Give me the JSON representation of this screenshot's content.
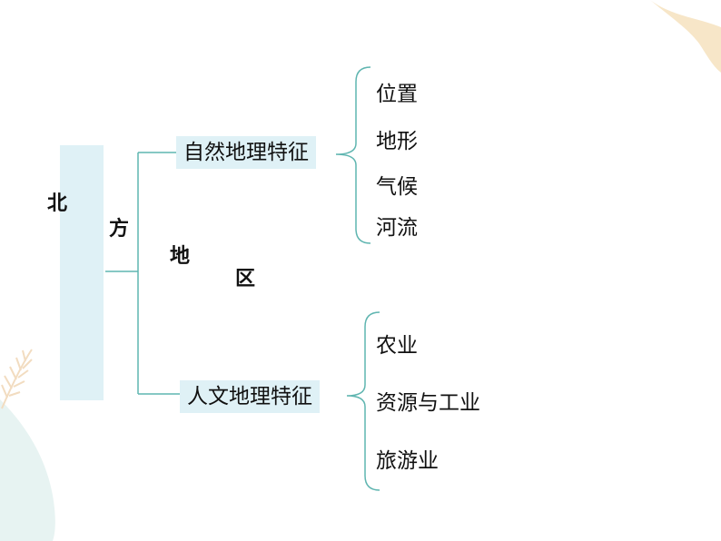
{
  "title": {
    "chars": [
      "北",
      "方",
      "地",
      "区"
    ]
  },
  "branches": [
    {
      "label": "自然地理特征",
      "items": [
        "位置",
        "地形",
        "气候",
        "河流"
      ]
    },
    {
      "label": "人文地理特征",
      "items": [
        "农业",
        "资源与工业",
        "旅游业"
      ]
    }
  ],
  "colors": {
    "connector": "#5fb5b0",
    "highlight": "#dff1f6",
    "corner_blob": "#f7e6c8",
    "leaf_decoration": "#f2dcc0",
    "bottom_blob": "#e7f3f2"
  }
}
